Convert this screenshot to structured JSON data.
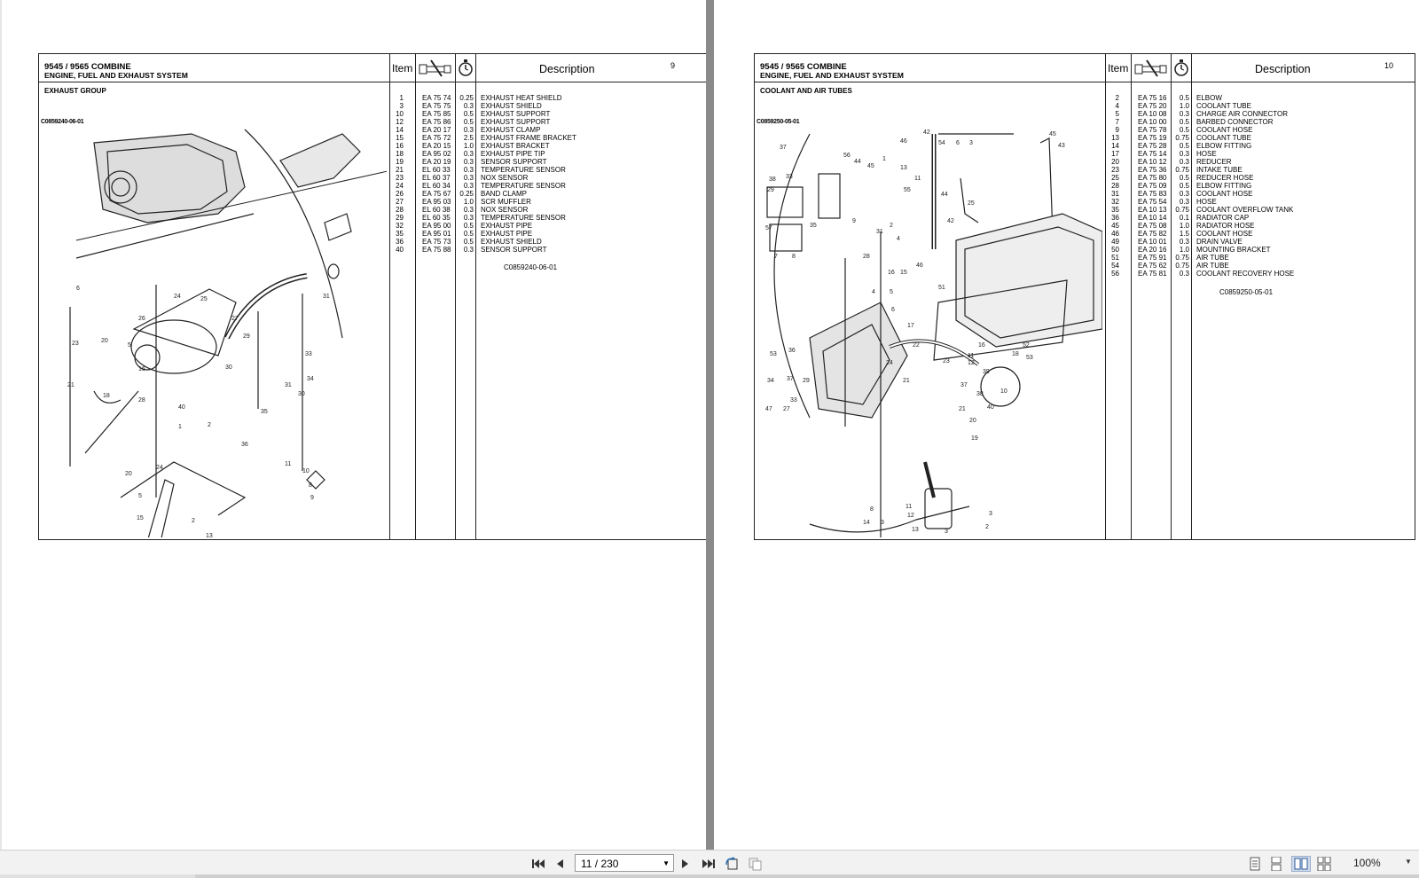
{
  "left": {
    "model": "9545 / 9565 COMBINE",
    "system": "ENGINE, FUEL AND EXHAUST SYSTEM",
    "group": "EXHAUST GROUP",
    "col_item": "Item",
    "col_desc": "Description",
    "page_number": "9",
    "figure_code": "C0859240-06-01",
    "ref_code": "C0859240-06-01",
    "rows": [
      {
        "item": "1",
        "part": "EA 75 74",
        "time": "0.25",
        "desc": "EXHAUST HEAT SHIELD"
      },
      {
        "item": "3",
        "part": "EA 75 75",
        "time": "0.3",
        "desc": "EXHAUST SHIELD"
      },
      {
        "item": "10",
        "part": "EA 75 85",
        "time": "0.5",
        "desc": "EXHAUST SUPPORT"
      },
      {
        "item": "12",
        "part": "EA 75 86",
        "time": "0.5",
        "desc": "EXHAUST SUPPORT"
      },
      {
        "item": "14",
        "part": "EA 20 17",
        "time": "0.3",
        "desc": "EXHAUST CLAMP"
      },
      {
        "item": "15",
        "part": "EA 75 72",
        "time": "2.5",
        "desc": "EXHAUST FRAME BRACKET"
      },
      {
        "item": "16",
        "part": "EA 20 15",
        "time": "1.0",
        "desc": "EXHAUST BRACKET"
      },
      {
        "item": "18",
        "part": "EA 95 02",
        "time": "0.3",
        "desc": "EXHAUST PIPE TIP"
      },
      {
        "item": "19",
        "part": "EA 20 19",
        "time": "0.3",
        "desc": "SENSOR SUPPORT"
      },
      {
        "item": "21",
        "part": "EL 60 33",
        "time": "0.3",
        "desc": "TEMPERATURE SENSOR"
      },
      {
        "item": "23",
        "part": "EL 60 37",
        "time": "0.3",
        "desc": "NOX SENSOR"
      },
      {
        "item": "24",
        "part": "EL 60 34",
        "time": "0.3",
        "desc": "TEMPERATURE SENSOR"
      },
      {
        "item": "26",
        "part": "EA 75 67",
        "time": "0.25",
        "desc": "BAND CLAMP"
      },
      {
        "item": "27",
        "part": "EA 95 03",
        "time": "1.0",
        "desc": "SCR MUFFLER"
      },
      {
        "item": "28",
        "part": "EL 60 38",
        "time": "0.3",
        "desc": "NOX SENSOR"
      },
      {
        "item": "29",
        "part": "EL 60 35",
        "time": "0.3",
        "desc": "TEMPERATURE SENSOR"
      },
      {
        "item": "32",
        "part": "EA 95 00",
        "time": "0.5",
        "desc": "EXHAUST PIPE"
      },
      {
        "item": "35",
        "part": "EA 95 01",
        "time": "0.5",
        "desc": "EXHAUST PIPE"
      },
      {
        "item": "36",
        "part": "EA 75 73",
        "time": "0.5",
        "desc": "EXHAUST SHIELD"
      },
      {
        "item": "40",
        "part": "EA 75 88",
        "time": "0.3",
        "desc": "SENSOR SUPPORT"
      }
    ]
  },
  "right": {
    "model": "9545 / 9565 COMBINE",
    "system": "ENGINE, FUEL AND EXHAUST SYSTEM",
    "group": "COOLANT AND AIR TUBES",
    "col_item": "Item",
    "col_desc": "Description",
    "page_number": "10",
    "figure_code": "C0859250-05-01",
    "ref_code": "C0859250-05-01",
    "rows": [
      {
        "item": "2",
        "part": "EA 75 16",
        "time": "0.5",
        "desc": "ELBOW"
      },
      {
        "item": "4",
        "part": "EA 75 20",
        "time": "1.0",
        "desc": "COOLANT TUBE"
      },
      {
        "item": "5",
        "part": "EA 10 08",
        "time": "0.3",
        "desc": "CHARGE AIR CONNECTOR"
      },
      {
        "item": "7",
        "part": "EA 10 00",
        "time": "0.5",
        "desc": "BARBED CONNECTOR"
      },
      {
        "item": "9",
        "part": "EA 75 78",
        "time": "0.5",
        "desc": "COOLANT HOSE"
      },
      {
        "item": "13",
        "part": "EA 75 19",
        "time": "0.75",
        "desc": "COOLANT TUBE"
      },
      {
        "item": "14",
        "part": "EA 75 28",
        "time": "0.5",
        "desc": "ELBOW FITTING"
      },
      {
        "item": "17",
        "part": "EA 75 14",
        "time": "0.3",
        "desc": "HOSE"
      },
      {
        "item": "20",
        "part": "EA 10 12",
        "time": "0.3",
        "desc": "REDUCER"
      },
      {
        "item": "23",
        "part": "EA 75 36",
        "time": "0.75",
        "desc": "INTAKE TUBE"
      },
      {
        "item": "25",
        "part": "EA 75 80",
        "time": "0.5",
        "desc": "REDUCER HOSE"
      },
      {
        "item": "28",
        "part": "EA 75 09",
        "time": "0.5",
        "desc": "ELBOW FITTING"
      },
      {
        "item": "31",
        "part": "EA 75 83",
        "time": "0.3",
        "desc": "COOLANT HOSE"
      },
      {
        "item": "32",
        "part": "EA 75 54",
        "time": "0.3",
        "desc": "HOSE"
      },
      {
        "item": "35",
        "part": "EA 10 13",
        "time": "0.75",
        "desc": "COOLANT OVERFLOW TANK"
      },
      {
        "item": "36",
        "part": "EA 10 14",
        "time": "0.1",
        "desc": "RADIATOR CAP"
      },
      {
        "item": "45",
        "part": "EA 75 08",
        "time": "1.0",
        "desc": "RADIATOR HOSE"
      },
      {
        "item": "46",
        "part": "EA 75 82",
        "time": "1.5",
        "desc": "COOLANT HOSE"
      },
      {
        "item": "49",
        "part": "EA 10 01",
        "time": "0.3",
        "desc": "DRAIN VALVE"
      },
      {
        "item": "50",
        "part": "EA 20 16",
        "time": "1.0",
        "desc": "MOUNTING BRACKET"
      },
      {
        "item": "51",
        "part": "EA 75 91",
        "time": "0.75",
        "desc": "AIR TUBE"
      },
      {
        "item": "54",
        "part": "EA 75 62",
        "time": "0.75",
        "desc": "AIR TUBE"
      },
      {
        "item": "56",
        "part": "EA 75 81",
        "time": "0.3",
        "desc": "COOLANT RECOVERY HOSE"
      }
    ]
  },
  "toolbar": {
    "page_indicator": "11 / 230",
    "zoom": "100%",
    "icons": [
      "first-page-icon",
      "prev-page-icon",
      "next-page-icon",
      "last-page-icon",
      "rotate-icon",
      "copy-icon",
      "single-page-icon",
      "continuous-icon",
      "two-page-icon",
      "two-page-continuous-icon",
      "zoom-dropdown-icon"
    ]
  }
}
